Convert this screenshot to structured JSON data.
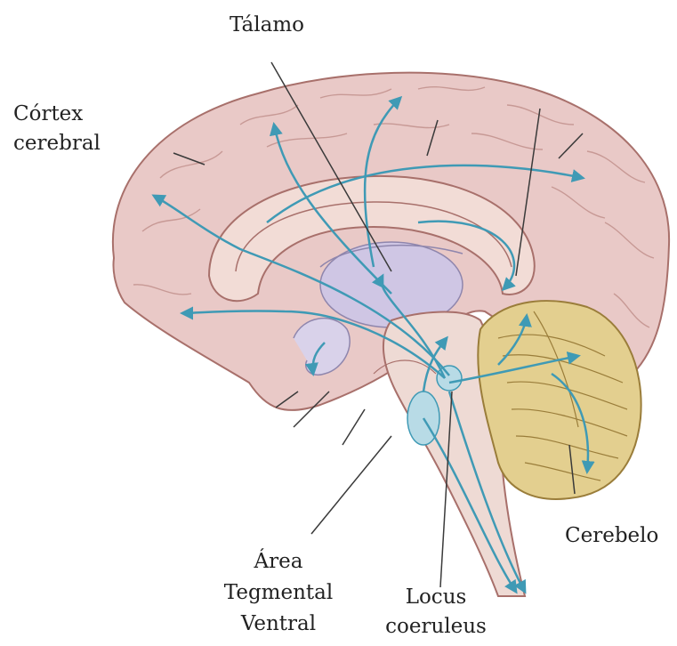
{
  "labels": {
    "talamo": "Tálamo",
    "cortex_line1": "Córtex",
    "cortex_line2": "cerebral",
    "cerebelo": "Cerebelo",
    "vta_line1": "Área",
    "vta_line2": "Tegmental",
    "vta_line3": "Ventral",
    "locus_line1": "Locus",
    "locus_line2": "coeruleus"
  },
  "colors": {
    "cortex": "#e9c9c7",
    "cortex_edge": "#a8706b",
    "inner": "#f2dcd6",
    "thalamus": "#cfc6e4",
    "brainstem": "#eedad4",
    "cerebellum": "#e3cf8f",
    "cerebellum_edge": "#9a7d3a",
    "pathway": "#3f9ab5",
    "leader_line": "#3a3a3a"
  }
}
